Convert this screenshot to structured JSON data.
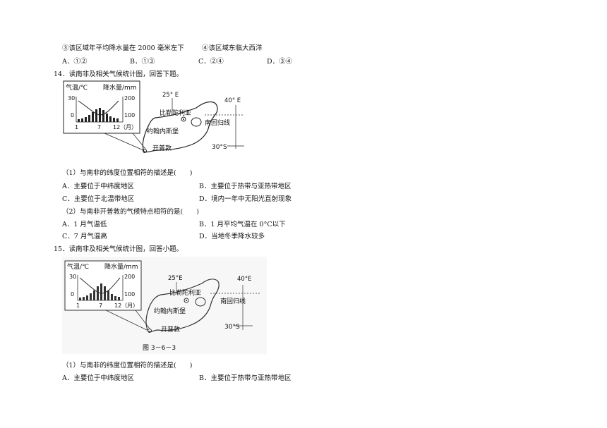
{
  "q13": {
    "stmt3": "③该区域年平均降水量在 2000 毫米左下",
    "stmt4": "④该区域东临大西洋",
    "options": [
      "A．①②",
      "B．①③",
      "C．②④",
      "D．③④"
    ]
  },
  "q14": {
    "stem": "14．读南非及相关气候统计图，回答下题。",
    "figure": {
      "y_left_label": "气温/℃",
      "y_right_label": "降水量/mm",
      "y_left_ticks": [
        "30",
        "0"
      ],
      "y_right_ticks": [
        "200",
        "100"
      ],
      "x_ticks": [
        "1",
        "7",
        "12（月）"
      ],
      "lon_25": "25° E",
      "lon_40": "40° E",
      "lat_30": "30°S",
      "city_pretoria": "比勒陀利亚",
      "city_johannesburg": "约翰内斯堡",
      "city_capetown": "开普敦",
      "tropic": "南回归线"
    },
    "sub1": {
      "question": "（1）与南非的纬度位置相符的描述是(　　)",
      "A": "A．主要位于中纬度地区",
      "B": "B．主要位于热带与亚热带地区",
      "C": "C．主要位于北温带地区",
      "D": "D．境内一年中无阳光直射现象"
    },
    "sub2": {
      "question": "（2）与南非开普敦的气候特点相符的是(　　)",
      "A": "A．1 月气温低",
      "B": "B．1 月平均气温在 0°C以下",
      "C": "C．7 月气温高",
      "D": "D．当地冬季降水较多"
    }
  },
  "q15": {
    "stem": "15．读南非及相关气候统计图，回答小题。",
    "figure": {
      "y_left_label": "气温/℃",
      "y_right_label": "降水量/mm",
      "y_left_ticks": [
        "30",
        "0"
      ],
      "y_right_ticks": [
        "200",
        "100"
      ],
      "x_ticks": [
        "1",
        "7",
        "12（月）"
      ],
      "lon_25": "25°E",
      "lon_40": "40°E",
      "lat_30": "30°S",
      "city_pretoria": "比勒陀利亚",
      "city_johannesburg": "约翰内斯堡",
      "city_capetown": "开普敦",
      "tropic": "南回归线",
      "caption": "图 3－6－3"
    },
    "sub1": {
      "question": "（1）与南非的纬度位置相符的描述是(　　)",
      "A": "A．主要位于中纬度地区",
      "B": "B．主要位于热带与亚热带地区"
    }
  }
}
